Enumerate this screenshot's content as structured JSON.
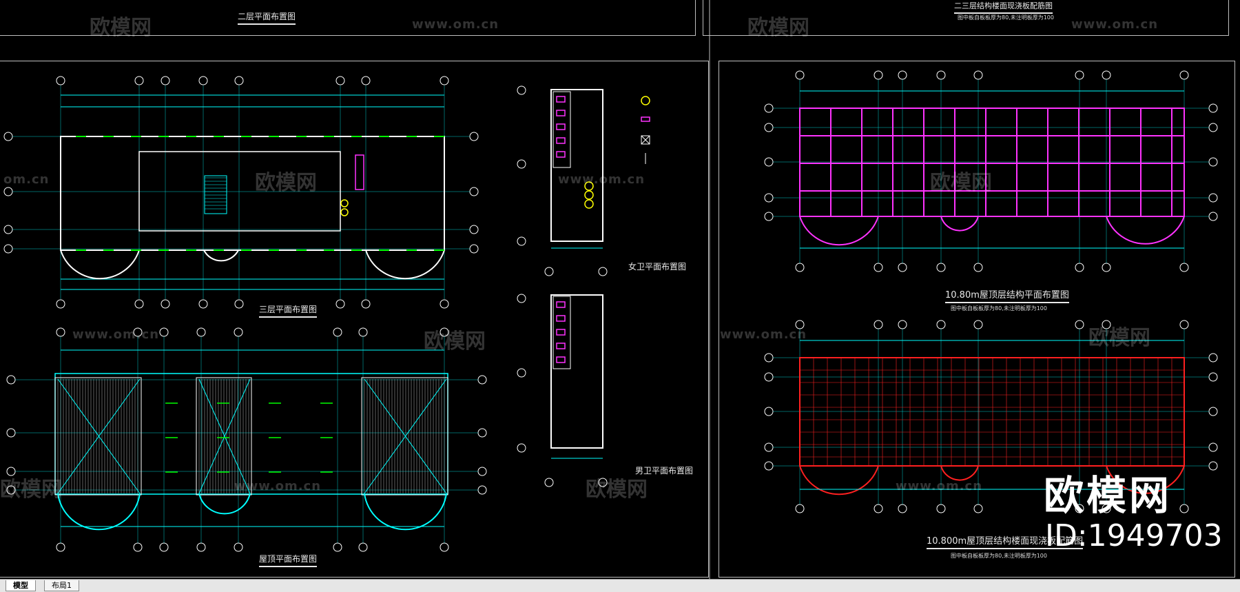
{
  "titles": {
    "t_floor2": "二层平面布置图",
    "t_floor3": "三层平面布置图",
    "t_roof": "屋顶平面布置图",
    "t_female_wc": "女卫平面布置图",
    "t_male_wc": "男卫平面布置图",
    "t_struct_top": "二三层结构楼面现浇板配筋图",
    "t_struct_1080": "10.80m屋顶层结构平面布置图",
    "t_struct_1080_slab": "10.800m屋顶层结构楼面现浇板配筋图",
    "note_top": "图中板自板板厚为80,未注明板厚为100",
    "note_mid": "图中板自板板厚为80,未注明板厚为100",
    "note_bot": "图中板自板板厚为80,未注明板厚为100"
  },
  "watermark": {
    "text": "欧模网",
    "url": "www.om.cn",
    "url_short": "om.cn"
  },
  "brand": {
    "logo": "欧模网",
    "id": "ID:1949703"
  },
  "tabs": [
    "模型",
    "布局1"
  ],
  "colors": {
    "bg": "#000000",
    "grid": "#00ffff",
    "wall": "#ffffff",
    "green": "#00ff00",
    "magenta": "#ff33ff",
    "red": "#ff2020",
    "yellow": "#ffff00"
  }
}
